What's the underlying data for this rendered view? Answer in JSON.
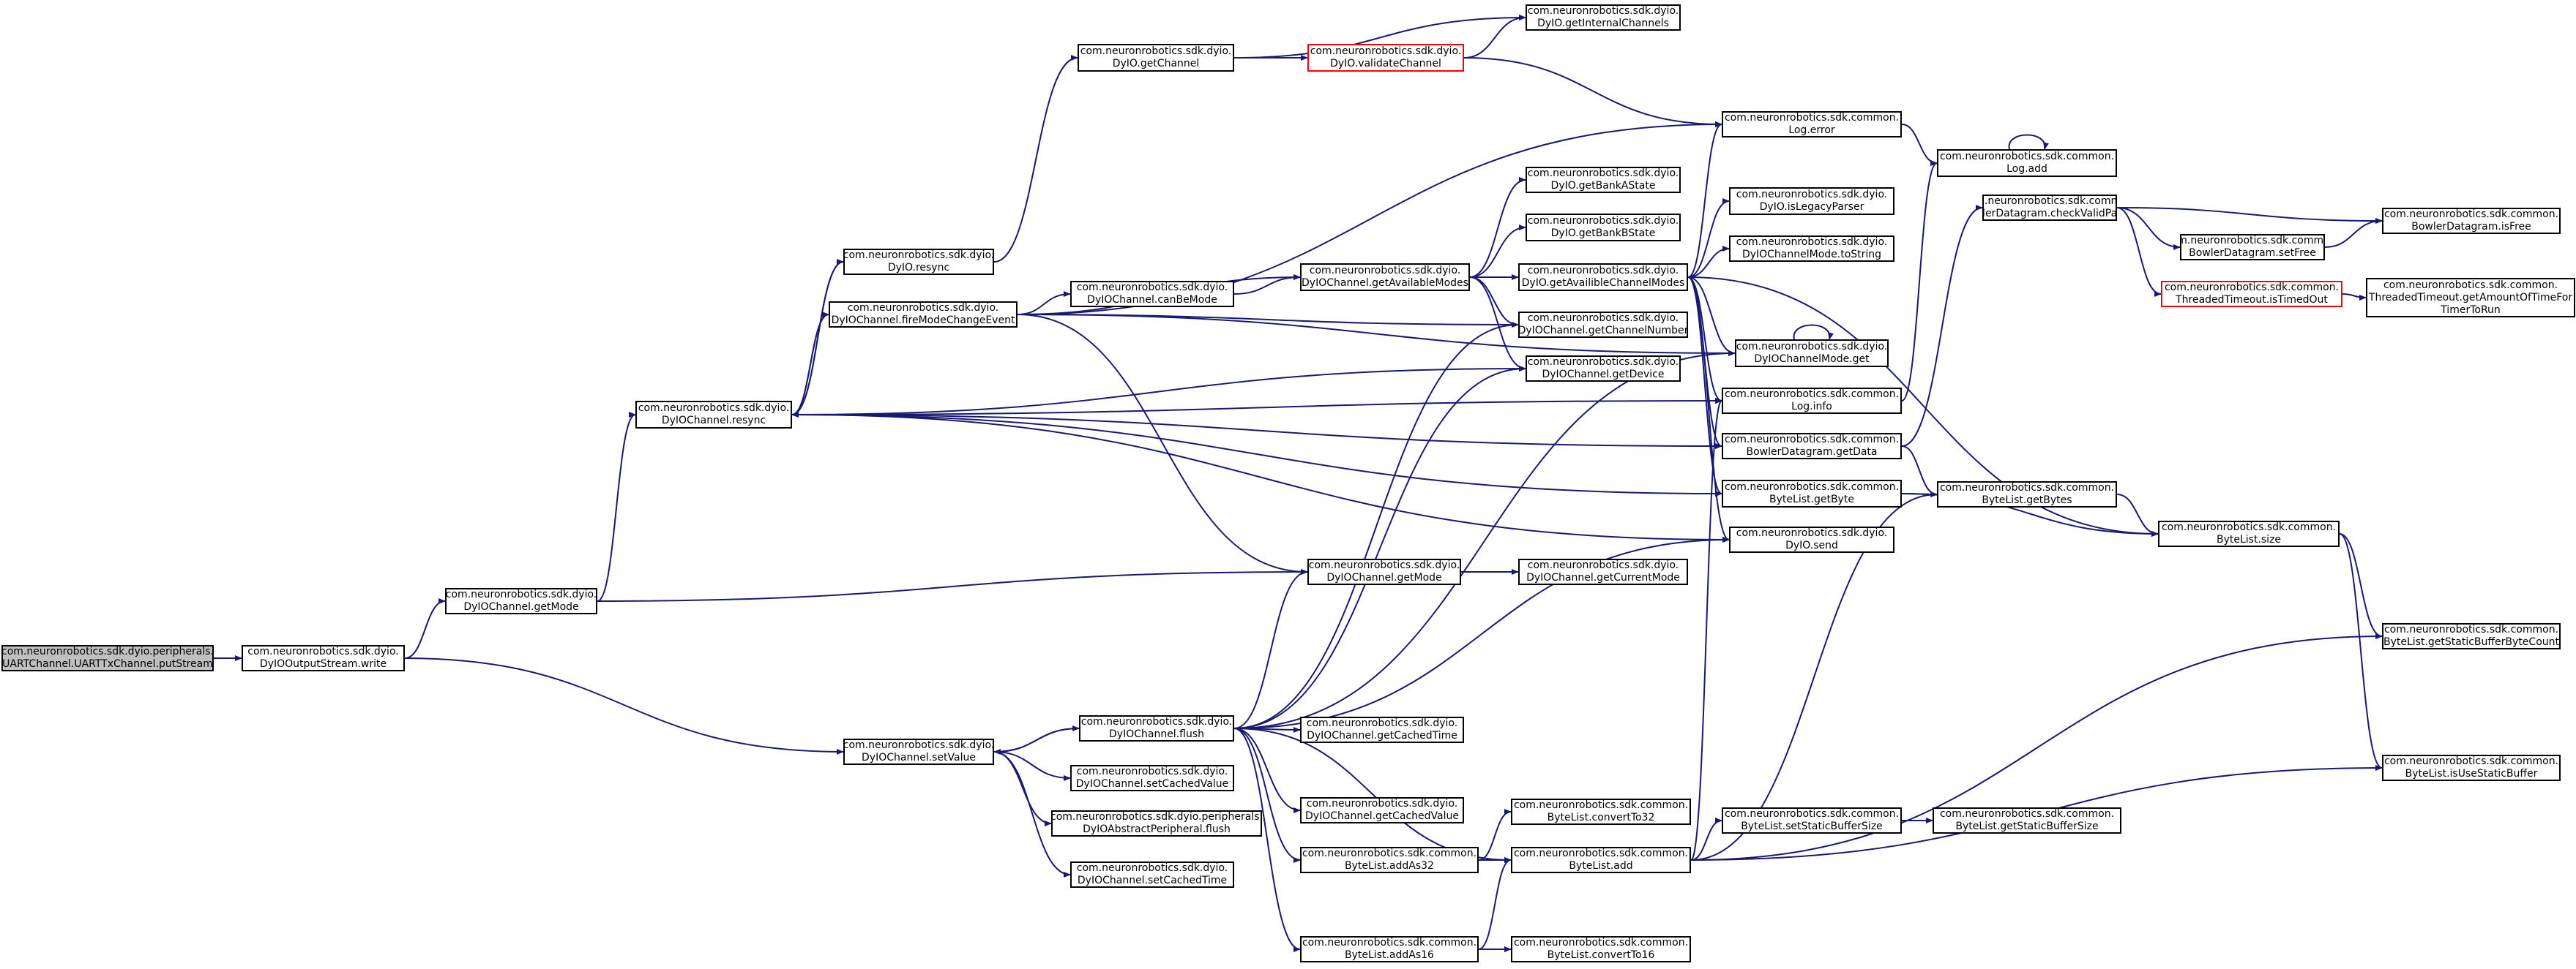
{
  "colors": {
    "edge": "#191970",
    "node_border": "#000000",
    "root_fill": "#bfbfbf",
    "highlight_border": "#ff0000"
  },
  "nodes": [
    {
      "id": "root",
      "lines": [
        "com.neuronrobotics.sdk.dyio.peripherals.",
        "UARTChannel.UARTTxChannel.putStream"
      ],
      "style": "root"
    },
    {
      "id": "dyio_output_write",
      "lines": [
        "com.neuronrobotics.sdk.dyio.",
        "DyIOOutputStream.write"
      ]
    },
    {
      "id": "channel_getmode_1",
      "lines": [
        "com.neuronrobotics.sdk.dyio.",
        "DyIOChannel.getMode"
      ]
    },
    {
      "id": "channel_setvalue",
      "lines": [
        "com.neuronrobotics.sdk.dyio.",
        "DyIOChannel.setValue"
      ]
    },
    {
      "id": "channel_resync",
      "lines": [
        "com.neuronrobotics.sdk.dyio.",
        "DyIOChannel.resync"
      ]
    },
    {
      "id": "dyio_resync",
      "lines": [
        "com.neuronrobotics.sdk.dyio.",
        "DyIO.resync"
      ]
    },
    {
      "id": "fire_mode_change",
      "lines": [
        "com.neuronrobotics.sdk.dyio.",
        "DyIOChannel.fireModeChangeEvent"
      ]
    },
    {
      "id": "dyio_getchannel",
      "lines": [
        "com.neuronrobotics.sdk.dyio.",
        "DyIO.getChannel"
      ]
    },
    {
      "id": "channel_flush",
      "lines": [
        "com.neuronrobotics.sdk.dyio.",
        "DyIOChannel.flush"
      ]
    },
    {
      "id": "set_cached_value",
      "lines": [
        "com.neuronrobotics.sdk.dyio.",
        "DyIOChannel.setCachedValue"
      ]
    },
    {
      "id": "abstract_peripheral_flush",
      "lines": [
        "com.neuronrobotics.sdk.dyio.peripherals.",
        "DyIOAbstractPeripheral.flush"
      ]
    },
    {
      "id": "set_cached_time",
      "lines": [
        "com.neuronrobotics.sdk.dyio.",
        "DyIOChannel.setCachedTime"
      ]
    },
    {
      "id": "validate_channel",
      "lines": [
        "com.neuronrobotics.sdk.dyio.",
        "DyIO.validateChannel"
      ],
      "style": "red"
    },
    {
      "id": "can_be_mode",
      "lines": [
        "com.neuronrobotics.sdk.dyio.",
        "DyIOChannel.canBeMode"
      ]
    },
    {
      "id": "channel_getmode_2",
      "lines": [
        "com.neuronrobotics.sdk.dyio.",
        "DyIOChannel.getMode"
      ]
    },
    {
      "id": "get_available_modes",
      "lines": [
        "com.neuronrobotics.sdk.dyio.",
        "DyIOChannel.getAvailableModes"
      ]
    },
    {
      "id": "get_cached_time",
      "lines": [
        "com.neuronrobotics.sdk.dyio.",
        "DyIOChannel.getCachedTime"
      ]
    },
    {
      "id": "get_cached_value",
      "lines": [
        "com.neuronrobotics.sdk.dyio.",
        "DyIOChannel.getCachedValue"
      ]
    },
    {
      "id": "bytelist_addas32",
      "lines": [
        "com.neuronrobotics.sdk.common.",
        "ByteList.addAs32"
      ]
    },
    {
      "id": "bytelist_addas16",
      "lines": [
        "com.neuronrobotics.sdk.common.",
        "ByteList.addAs16"
      ]
    },
    {
      "id": "get_internal_channels",
      "lines": [
        "com.neuronrobotics.sdk.dyio.",
        "DyIO.getInternalChannels"
      ]
    },
    {
      "id": "get_bank_a_state",
      "lines": [
        "com.neuronrobotics.sdk.dyio.",
        "DyIO.getBankAState"
      ]
    },
    {
      "id": "get_bank_b_state",
      "lines": [
        "com.neuronrobotics.sdk.dyio.",
        "DyIO.getBankBState"
      ]
    },
    {
      "id": "get_availible_channel_modes",
      "lines": [
        "com.neuronrobotics.sdk.dyio.",
        "DyIO.getAvailibleChannelModes"
      ]
    },
    {
      "id": "get_channel_number",
      "lines": [
        "com.neuronrobotics.sdk.dyio.",
        "DyIOChannel.getChannelNumber"
      ]
    },
    {
      "id": "get_device",
      "lines": [
        "com.neuronrobotics.sdk.dyio.",
        "DyIOChannel.getDevice"
      ]
    },
    {
      "id": "get_current_mode",
      "lines": [
        "com.neuronrobotics.sdk.dyio.",
        "DyIOChannel.getCurrentMode"
      ]
    },
    {
      "id": "convert_to32",
      "lines": [
        "com.neuronrobotics.sdk.common.",
        "ByteList.convertTo32"
      ]
    },
    {
      "id": "bytelist_add",
      "lines": [
        "com.neuronrobotics.sdk.common.",
        "ByteList.add"
      ]
    },
    {
      "id": "convert_to16",
      "lines": [
        "com.neuronrobotics.sdk.common.",
        "ByteList.convertTo16"
      ]
    },
    {
      "id": "log_error",
      "lines": [
        "com.neuronrobotics.sdk.common.",
        "Log.error"
      ]
    },
    {
      "id": "is_legacy_parser",
      "lines": [
        "com.neuronrobotics.sdk.dyio.",
        "DyIO.isLegacyParser"
      ]
    },
    {
      "id": "mode_tostring",
      "lines": [
        "com.neuronrobotics.sdk.dyio.",
        "DyIOChannelMode.toString"
      ]
    },
    {
      "id": "mode_get",
      "lines": [
        "com.neuronrobotics.sdk.dyio.",
        "DyIOChannelMode.get"
      ]
    },
    {
      "id": "log_info",
      "lines": [
        "com.neuronrobotics.sdk.common.",
        "Log.info"
      ]
    },
    {
      "id": "bowler_getdata",
      "lines": [
        "com.neuronrobotics.sdk.common.",
        "BowlerDatagram.getData"
      ]
    },
    {
      "id": "bytelist_getbyte",
      "lines": [
        "com.neuronrobotics.sdk.common.",
        "ByteList.getByte"
      ]
    },
    {
      "id": "dyio_send",
      "lines": [
        "com.neuronrobotics.sdk.dyio.",
        "DyIO.send"
      ]
    },
    {
      "id": "set_static_buffer_size",
      "lines": [
        "com.neuronrobotics.sdk.common.",
        "ByteList.setStaticBufferSize"
      ]
    },
    {
      "id": "log_add",
      "lines": [
        "com.neuronrobotics.sdk.common.",
        "Log.add"
      ]
    },
    {
      "id": "check_valid_packet",
      "lines": [
        "com.neuronrobotics.sdk.common.",
        "BowlerDatagram.checkValidPacket"
      ]
    },
    {
      "id": "bytelist_getbytes",
      "lines": [
        "com.neuronrobotics.sdk.common.",
        "ByteList.getBytes"
      ]
    },
    {
      "id": "get_static_buffer_size",
      "lines": [
        "com.neuronrobotics.sdk.common.",
        "ByteList.getStaticBufferSize"
      ]
    },
    {
      "id": "bowler_setfree",
      "lines": [
        "com.neuronrobotics.sdk.common.",
        "BowlerDatagram.setFree"
      ]
    },
    {
      "id": "is_timed_out",
      "lines": [
        "com.neuronrobotics.sdk.common.",
        "ThreadedTimeout.isTimedOut"
      ],
      "style": "red"
    },
    {
      "id": "bytelist_size",
      "lines": [
        "com.neuronrobotics.sdk.common.",
        "ByteList.size"
      ]
    },
    {
      "id": "bowler_isfree",
      "lines": [
        "com.neuronrobotics.sdk.common.",
        "BowlerDatagram.isFree"
      ]
    },
    {
      "id": "get_amount_of_time",
      "lines": [
        "com.neuronrobotics.sdk.common.",
        "ThreadedTimeout.getAmountOfTimeFor",
        "TimerToRun"
      ]
    },
    {
      "id": "get_static_buffer_byte_count",
      "lines": [
        "com.neuronrobotics.sdk.common.",
        "ByteList.getStaticBufferByteCount"
      ]
    },
    {
      "id": "is_use_static_buffer",
      "lines": [
        "com.neuronrobotics.sdk.common.",
        "ByteList.isUseStaticBuffer"
      ]
    }
  ],
  "edges": [
    [
      "root",
      "dyio_output_write"
    ],
    [
      "dyio_output_write",
      "channel_getmode_1"
    ],
    [
      "dyio_output_write",
      "channel_setvalue"
    ],
    [
      "channel_getmode_1",
      "channel_resync"
    ],
    [
      "channel_getmode_1",
      "channel_getmode_2"
    ],
    [
      "channel_resync",
      "dyio_resync"
    ],
    [
      "channel_resync",
      "fire_mode_change"
    ],
    [
      "channel_resync",
      "get_device"
    ],
    [
      "channel_resync",
      "log_info"
    ],
    [
      "channel_resync",
      "bowler_getdata"
    ],
    [
      "channel_resync",
      "bytelist_getbyte"
    ],
    [
      "channel_resync",
      "dyio_send"
    ],
    [
      "dyio_resync",
      "dyio_getchannel"
    ],
    [
      "dyio_resync",
      "channel_resync"
    ],
    [
      "fire_mode_change",
      "channel_resync"
    ],
    [
      "fire_mode_change",
      "can_be_mode"
    ],
    [
      "fire_mode_change",
      "get_available_modes"
    ],
    [
      "fire_mode_change",
      "channel_getmode_2"
    ],
    [
      "fire_mode_change",
      "get_channel_number"
    ],
    [
      "fire_mode_change",
      "log_error"
    ],
    [
      "fire_mode_change",
      "mode_get"
    ],
    [
      "dyio_getchannel",
      "validate_channel"
    ],
    [
      "dyio_getchannel",
      "get_internal_channels"
    ],
    [
      "validate_channel",
      "get_internal_channels"
    ],
    [
      "validate_channel",
      "log_error"
    ],
    [
      "can_be_mode",
      "get_available_modes"
    ],
    [
      "get_available_modes",
      "get_bank_a_state"
    ],
    [
      "get_available_modes",
      "get_bank_b_state"
    ],
    [
      "get_available_modes",
      "get_availible_channel_modes"
    ],
    [
      "get_available_modes",
      "get_channel_number"
    ],
    [
      "get_available_modes",
      "get_device"
    ],
    [
      "get_availible_channel_modes",
      "log_error"
    ],
    [
      "get_availible_channel_modes",
      "is_legacy_parser"
    ],
    [
      "get_availible_channel_modes",
      "mode_tostring"
    ],
    [
      "get_availible_channel_modes",
      "mode_get"
    ],
    [
      "get_availible_channel_modes",
      "log_info"
    ],
    [
      "get_availible_channel_modes",
      "bowler_getdata"
    ],
    [
      "get_availible_channel_modes",
      "bytelist_getbyte"
    ],
    [
      "get_availible_channel_modes",
      "dyio_send"
    ],
    [
      "get_availible_channel_modes",
      "bytelist_size"
    ],
    [
      "channel_getmode_2",
      "get_current_mode"
    ],
    [
      "channel_setvalue",
      "channel_flush"
    ],
    [
      "channel_setvalue",
      "set_cached_value"
    ],
    [
      "channel_setvalue",
      "abstract_peripheral_flush"
    ],
    [
      "channel_setvalue",
      "set_cached_time"
    ],
    [
      "channel_flush",
      "channel_setvalue"
    ],
    [
      "channel_flush",
      "channel_getmode_2"
    ],
    [
      "channel_flush",
      "get_channel_number"
    ],
    [
      "channel_flush",
      "get_device"
    ],
    [
      "channel_flush",
      "get_cached_time"
    ],
    [
      "channel_flush",
      "get_cached_value"
    ],
    [
      "channel_flush",
      "bytelist_addas32"
    ],
    [
      "channel_flush",
      "bytelist_addas16"
    ],
    [
      "channel_flush",
      "bytelist_add"
    ],
    [
      "channel_flush",
      "dyio_send"
    ],
    [
      "channel_flush",
      "mode_get"
    ],
    [
      "bytelist_addas32",
      "convert_to32"
    ],
    [
      "bytelist_addas32",
      "bytelist_add"
    ],
    [
      "bytelist_addas16",
      "convert_to16"
    ],
    [
      "bytelist_addas16",
      "bytelist_add"
    ],
    [
      "bytelist_add",
      "set_static_buffer_size"
    ],
    [
      "bytelist_add",
      "bytelist_getbytes"
    ],
    [
      "bytelist_add",
      "get_static_buffer_byte_count"
    ],
    [
      "bytelist_add",
      "is_use_static_buffer"
    ],
    [
      "bytelist_add",
      "log_info"
    ],
    [
      "set_static_buffer_size",
      "get_static_buffer_size"
    ],
    [
      "log_error",
      "log_add"
    ],
    [
      "log_info",
      "log_add"
    ],
    [
      "log_add",
      "log_add"
    ],
    [
      "mode_get",
      "mode_get"
    ],
    [
      "bowler_getdata",
      "check_valid_packet"
    ],
    [
      "bowler_getdata",
      "bytelist_getbytes"
    ],
    [
      "check_valid_packet",
      "bowler_setfree"
    ],
    [
      "check_valid_packet",
      "is_timed_out"
    ],
    [
      "check_valid_packet",
      "bowler_isfree"
    ],
    [
      "bowler_setfree",
      "bowler_isfree"
    ],
    [
      "is_timed_out",
      "get_amount_of_time"
    ],
    [
      "bytelist_getbyte",
      "bytelist_getbytes"
    ],
    [
      "bytelist_getbyte",
      "bytelist_size"
    ],
    [
      "bytelist_getbytes",
      "bytelist_size"
    ],
    [
      "bytelist_size",
      "get_static_buffer_byte_count"
    ],
    [
      "bytelist_size",
      "is_use_static_buffer"
    ]
  ]
}
